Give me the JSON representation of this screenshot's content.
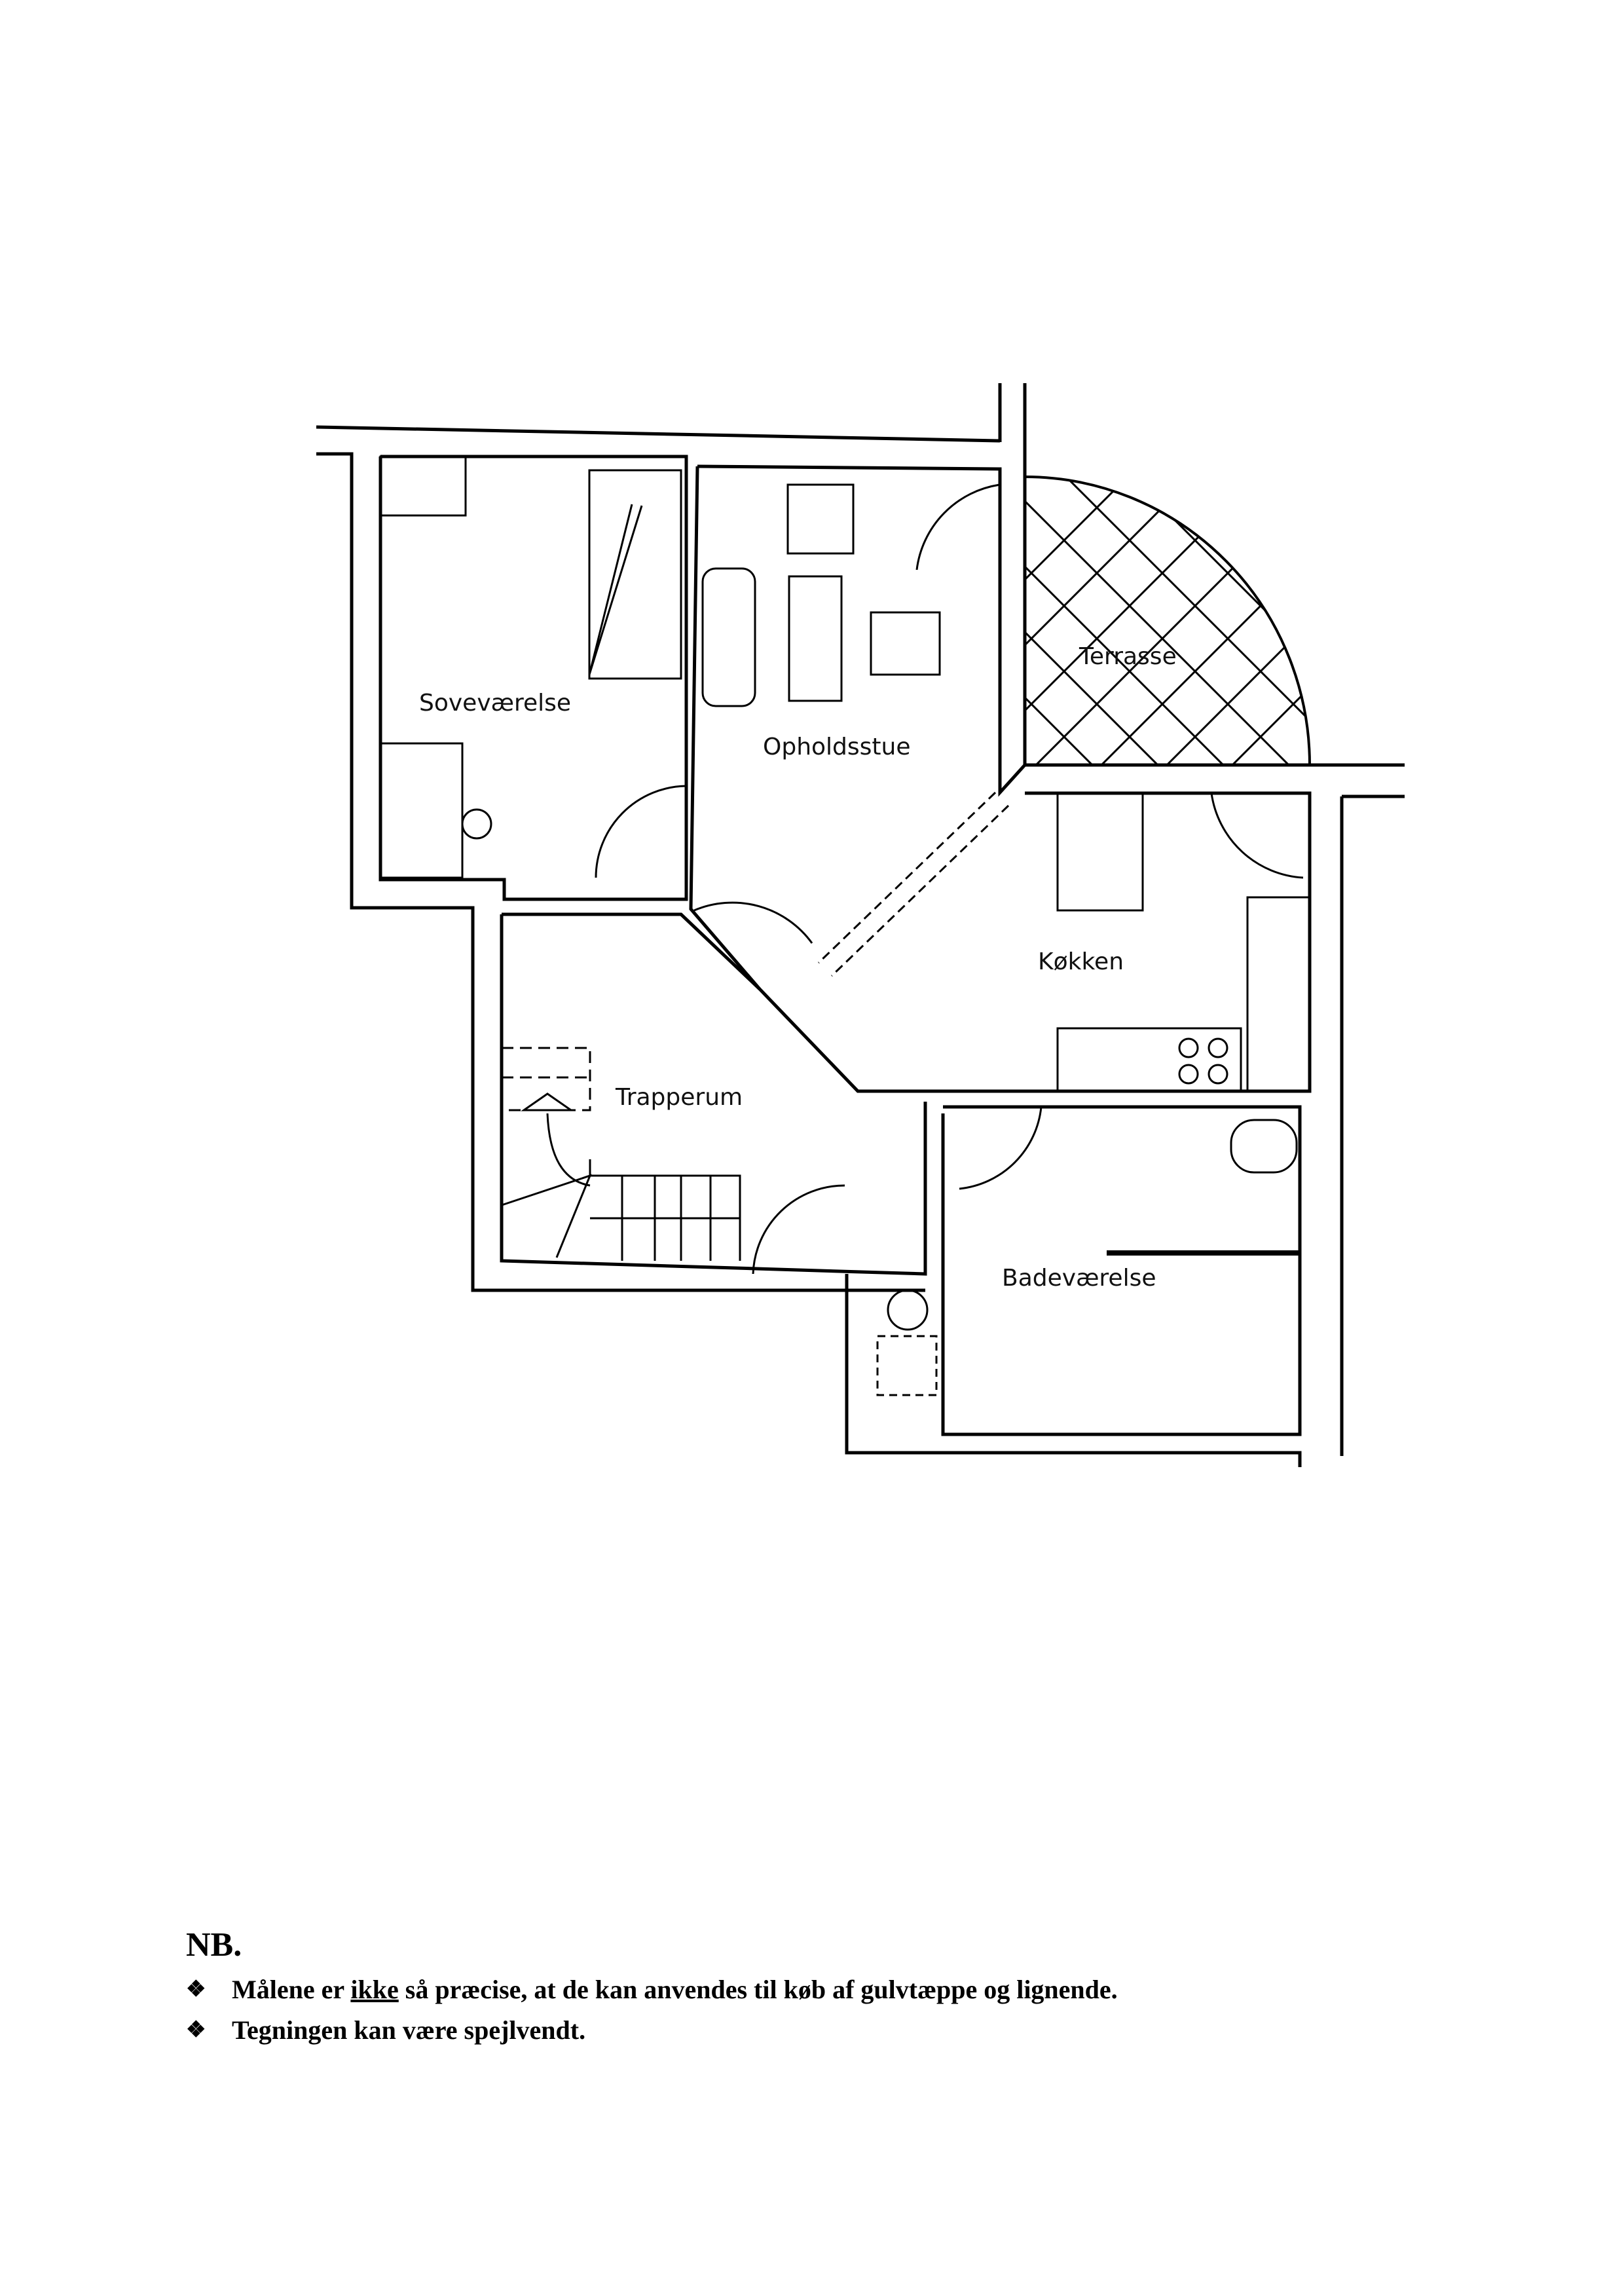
{
  "plan": {
    "rooms": {
      "bedroom": "Soveværelse",
      "living": "Opholdsstue",
      "terrace": "Terrasse",
      "kitchen": "Køkken",
      "stairs": "Trapperum",
      "bathroom": "Badeværelse"
    }
  },
  "notes": {
    "heading": "NB.",
    "line1_a": "Målene er ",
    "line1_u": "ikke",
    "line1_b": " så præcise, at de kan anvendes til køb af gulvtæppe og lignende.",
    "line2": "Tegningen kan være spejlvendt.",
    "bullet": "❖"
  }
}
